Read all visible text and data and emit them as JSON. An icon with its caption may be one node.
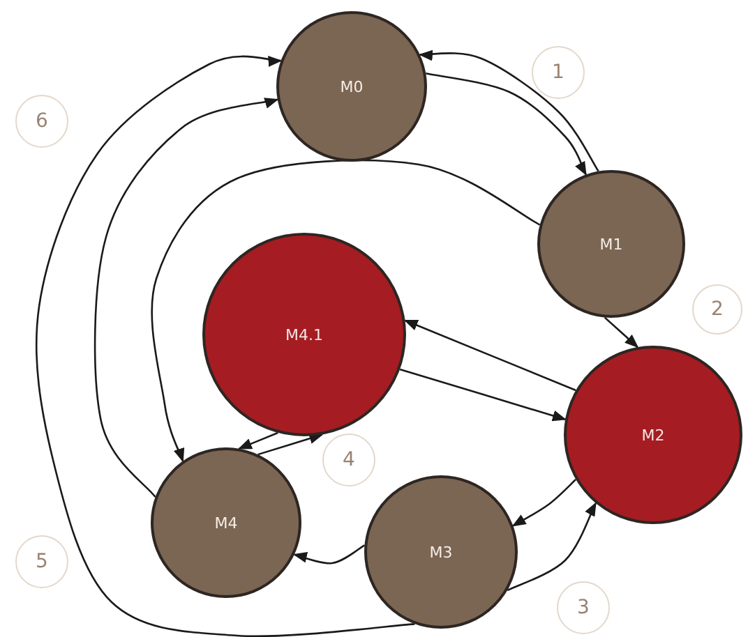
{
  "diagram": {
    "nodes": [
      {
        "text": [
          "M0"
        ]
      },
      {
        "text": [
          "M1"
        ]
      },
      {
        "text": [
          "M4.1"
        ]
      },
      {
        "text": [
          "M2"
        ]
      },
      {
        "text": [
          "M4"
        ]
      },
      {
        "text": [
          "M3"
        ]
      },
      {
        "text": [
          "1"
        ]
      },
      {
        "text": [
          "6"
        ]
      },
      {
        "text": [
          "2"
        ]
      },
      {
        "text": [
          "4"
        ]
      },
      {
        "text": [
          "5"
        ]
      },
      {
        "text": [
          "3"
        ]
      }
    ],
    "edges": [
      {
        "from": 0,
        "to": 1,
        "arrow": "to"
      },
      {
        "from": 1,
        "to": 0,
        "arrow": "to"
      },
      {
        "from": 1,
        "to": 4,
        "arrow": "to"
      },
      {
        "from": 1,
        "to": 3,
        "arrow": "to"
      },
      {
        "from": 2,
        "to": 3,
        "arrow": "to"
      },
      {
        "from": 3,
        "to": 2,
        "arrow": "to"
      },
      {
        "from": 3,
        "to": 5,
        "arrow": "to"
      },
      {
        "from": 5,
        "to": 3,
        "arrow": "to"
      },
      {
        "from": 5,
        "to": 4,
        "arrow": "to"
      },
      {
        "from": 2,
        "to": 4,
        "arrow": "to"
      },
      {
        "from": 4,
        "to": 2,
        "arrow": "to"
      },
      {
        "from": 4,
        "to": 0,
        "arrow": "to"
      },
      {
        "from": 5,
        "to": 0,
        "arrow": "to"
      }
    ]
  }
}
